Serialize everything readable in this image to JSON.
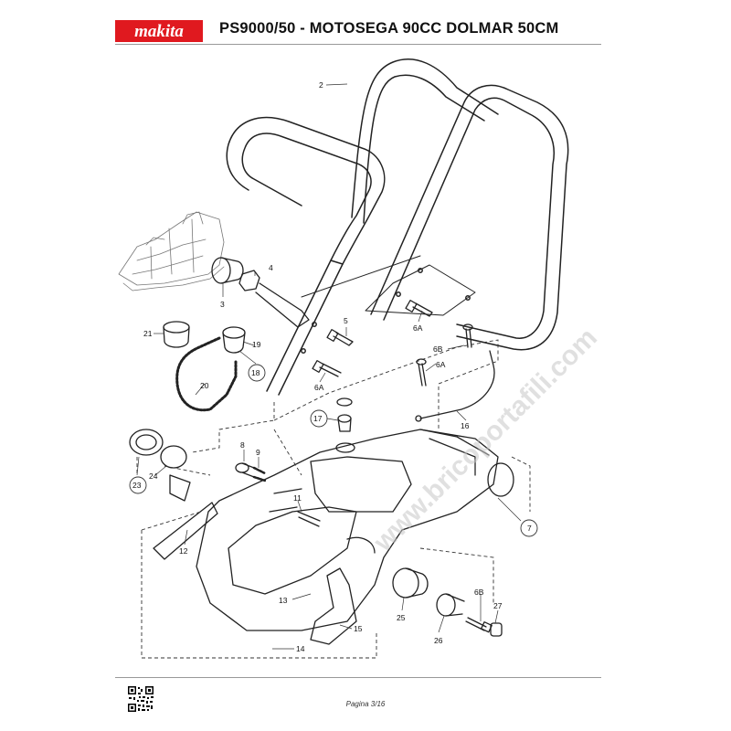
{
  "header": {
    "brand": "makita",
    "title": "PS9000/50 - MOTOSEGA 90CC DOLMAR 50CM",
    "brand_color": "#e0191f"
  },
  "watermark": "www.bricoportafili.com",
  "labels": {
    "p2": "2",
    "p3": "3",
    "p4": "4",
    "p5": "5",
    "p6a_1": "6A",
    "p6a_2": "6A",
    "p6a_3": "6A",
    "p6b_1": "6B",
    "p6b_2": "6B",
    "p7": "7",
    "p8": "8",
    "p9": "9",
    "p11": "11",
    "p12": "12",
    "p13": "13",
    "p14": "14",
    "p15": "15",
    "p16": "16",
    "p17": "17",
    "p18": "18",
    "p19": "19",
    "p20": "20",
    "p21": "21",
    "p23": "23",
    "p24": "24",
    "p25": "25",
    "p26": "26",
    "p27": "27"
  },
  "footer": {
    "page": "Pagina 3/16"
  },
  "icons": {
    "qr": "qr-code-icon",
    "logo": "makita-logo"
  }
}
